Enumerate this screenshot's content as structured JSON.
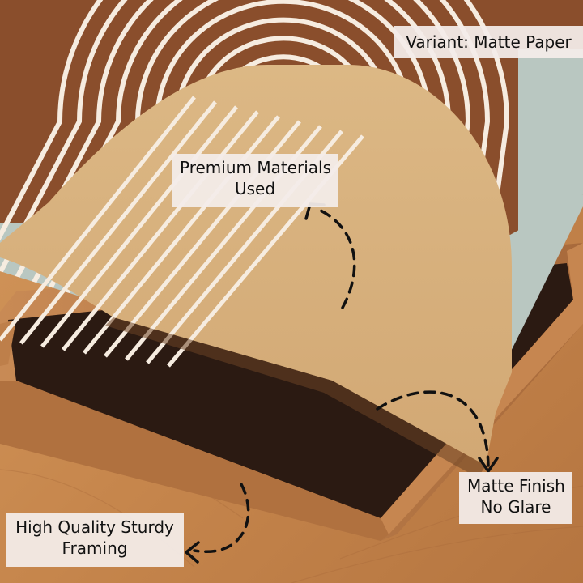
{
  "labels": {
    "variant": "Variant: Matte Paper",
    "premium": {
      "line1": "Premium Materials",
      "line2": "Used"
    },
    "matte": {
      "line1": "Matte Finish",
      "line2": "No Glare"
    },
    "framing": {
      "line1": "High Quality Sturdy",
      "line2": "Framing"
    }
  },
  "colors": {
    "print_brown": "#8a4e2c",
    "print_sage": "#b9c7c1",
    "print_sand": "#d9b27e",
    "print_lines": "#f6ece0",
    "frame_wood": "#b87847",
    "floor_wood": "#c98a4f",
    "frame_shadow": "#2b1a12",
    "label_bg": "#f3ece9",
    "arrow": "#111111"
  },
  "icons": [
    "dashed-arrow-icon"
  ]
}
